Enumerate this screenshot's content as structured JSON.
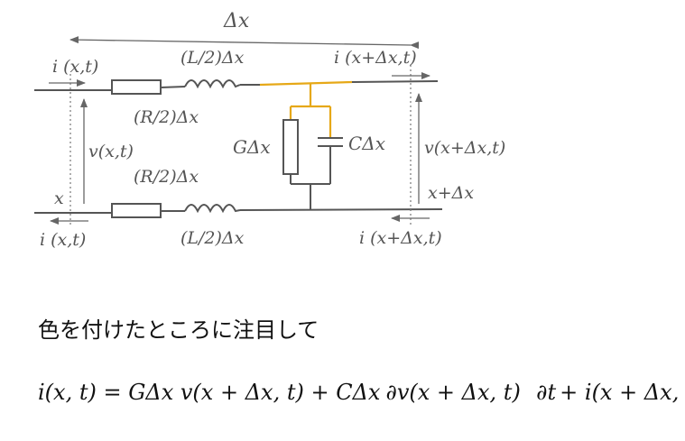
{
  "diagram": {
    "dx_top": "Δx",
    "i_left_top": "i (x,t)",
    "i_right_top": "i (x+Δx,t)",
    "i_left_bottom": "i (x,t)",
    "i_right_bottom": "i (x+Δx,t)",
    "L_top": "(L/2)Δx",
    "L_bottom": "(L/2)Δx",
    "R_top": "(R/2)Δx",
    "R_bottom": "(R/2)Δx",
    "G_label": "GΔx",
    "C_label": "CΔx",
    "v_left": "v(x,t)",
    "v_right": "v(x+Δx,t)",
    "x_left": "x",
    "x_right": "x+Δx",
    "highlight_color": "#e6a817"
  },
  "caption": "色を付けたところに注目して",
  "equation": {
    "lhs": "i(x, t) = GΔx v(x + Δx, t) + CΔx",
    "frac_num": "∂v(x + Δx, t)",
    "frac_den": "∂t",
    "rhs": "+ i(x + Δx, t)"
  }
}
